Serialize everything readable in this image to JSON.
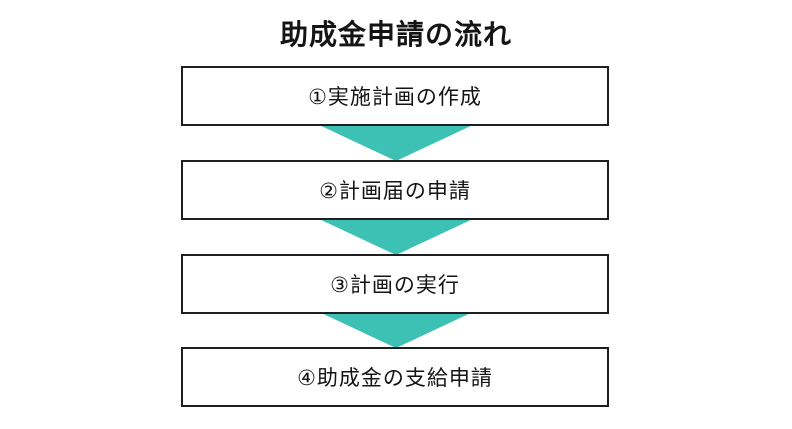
{
  "page": {
    "title": "助成金申請の流れ"
  },
  "flow": {
    "steps": [
      {
        "label": "①実施計画の作成"
      },
      {
        "label": "②計画届の申請"
      },
      {
        "label": "③計画の実行"
      },
      {
        "label": "④助成金の支給申請"
      }
    ],
    "arrow_icon": "down-arrow-icon"
  },
  "theme": {
    "arrow_color": "#3ec1b5",
    "border_color": "#1f1f1f",
    "text_color": "#141414",
    "bg_color": "#ffffff"
  }
}
